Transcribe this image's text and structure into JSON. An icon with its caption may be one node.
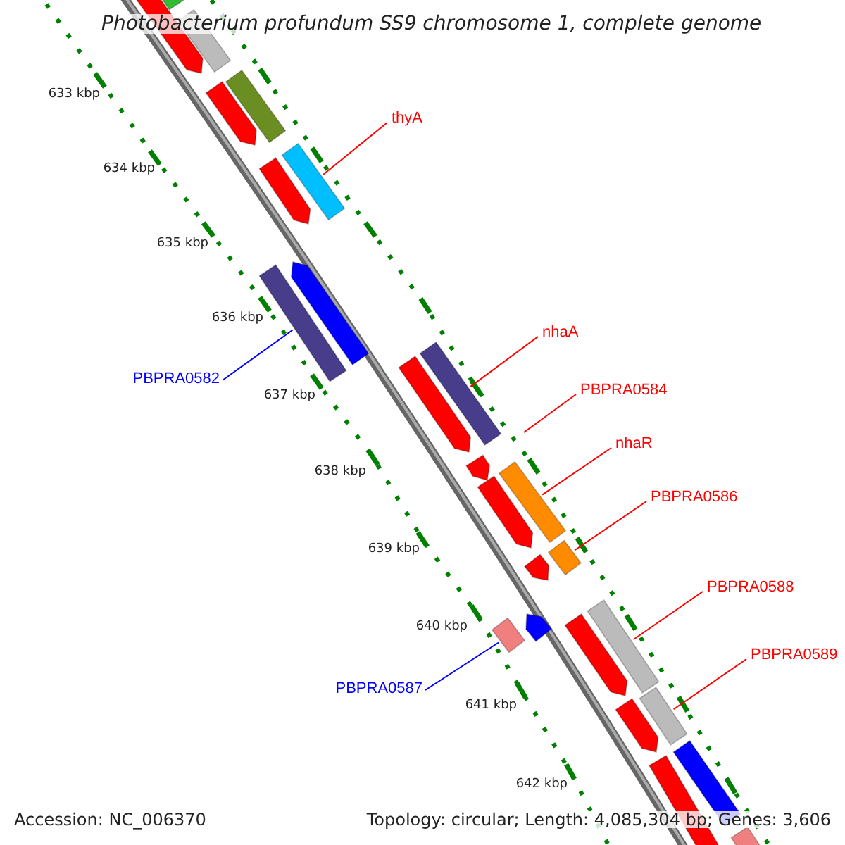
{
  "diagram": {
    "title": "Photobacterium profundum SS9 chromosome 1, complete genome",
    "nodes": [
      {
        "text": [
          "thyA"
        ]
      },
      {
        "text": [
          "nhaA"
        ]
      },
      {
        "text": [
          "PBPRA0582"
        ]
      },
      {
        "text": [
          "PBPRA0584"
        ]
      },
      {
        "text": [
          "nhaR"
        ]
      },
      {
        "text": [
          "PBPRA0586"
        ]
      },
      {
        "text": [
          "PBPRA0588"
        ]
      },
      {
        "text": [
          "PBPRA0589"
        ]
      },
      {
        "text": [
          "PBPRA0587"
        ]
      },
      {
        "text": [],
        "shape": "bar"
      },
      {
        "text": [],
        "shape": "arrow"
      },
      {
        "text": [],
        "shape": "bar"
      },
      {
        "text": [],
        "shape": "bar"
      },
      {
        "text": [],
        "shape": "arrow"
      },
      {
        "text": [],
        "shape": "bar"
      },
      {
        "text": [],
        "shape": "arrow"
      },
      {
        "text": [],
        "shape": "arrow"
      },
      {
        "text": [],
        "shape": "bar"
      },
      {
        "text": [],
        "shape": "bar"
      },
      {
        "text": [],
        "shape": "arrow"
      },
      {
        "text": [],
        "shape": "arrow"
      },
      {
        "text": [],
        "shape": "bar"
      },
      {
        "text": [],
        "shape": "arrow"
      },
      {
        "text": [],
        "shape": "bar"
      },
      {
        "text": [],
        "shape": "arrow"
      },
      {
        "text": [],
        "shape": "arrow"
      },
      {
        "text": [],
        "shape": "bar"
      },
      {
        "text": [],
        "shape": "arrow"
      },
      {
        "text": [],
        "shape": "bar"
      },
      {
        "text": [],
        "shape": "bar"
      },
      {
        "text": [],
        "shape": "arrow"
      },
      {
        "text": [],
        "shape": "bar"
      },
      {
        "text": [],
        "shape": "bar"
      },
      {
        "text": [],
        "shape": "bar"
      }
    ],
    "edges": [
      {
        "from": 0,
        "to": 14,
        "arrow": "none"
      },
      {
        "from": 1,
        "to": 18,
        "arrow": "none"
      },
      {
        "from": 2,
        "to": 17,
        "arrow": "none",
        "color": "#0000ff"
      },
      {
        "from": 3,
        "to": null,
        "arrow": "none"
      },
      {
        "from": 4,
        "to": 21,
        "arrow": "none"
      },
      {
        "from": 5,
        "to": 23,
        "arrow": "none"
      },
      {
        "from": 6,
        "to": 26,
        "arrow": "none"
      },
      {
        "from": 7,
        "to": 29,
        "arrow": "none"
      },
      {
        "from": 8,
        "to": 28,
        "arrow": "none",
        "color": "#0000ff"
      }
    ],
    "labels": [
      "633 kbp",
      "634 kbp",
      "635 kbp",
      "636 kbp",
      "637 kbp",
      "638 kbp",
      "639 kbp",
      "640 kbp",
      "641 kbp",
      "642 kbp",
      "Accession: NC_006370",
      "Topology: circular; Length: 4,085,304 bp; Genes: 3,606"
    ]
  }
}
